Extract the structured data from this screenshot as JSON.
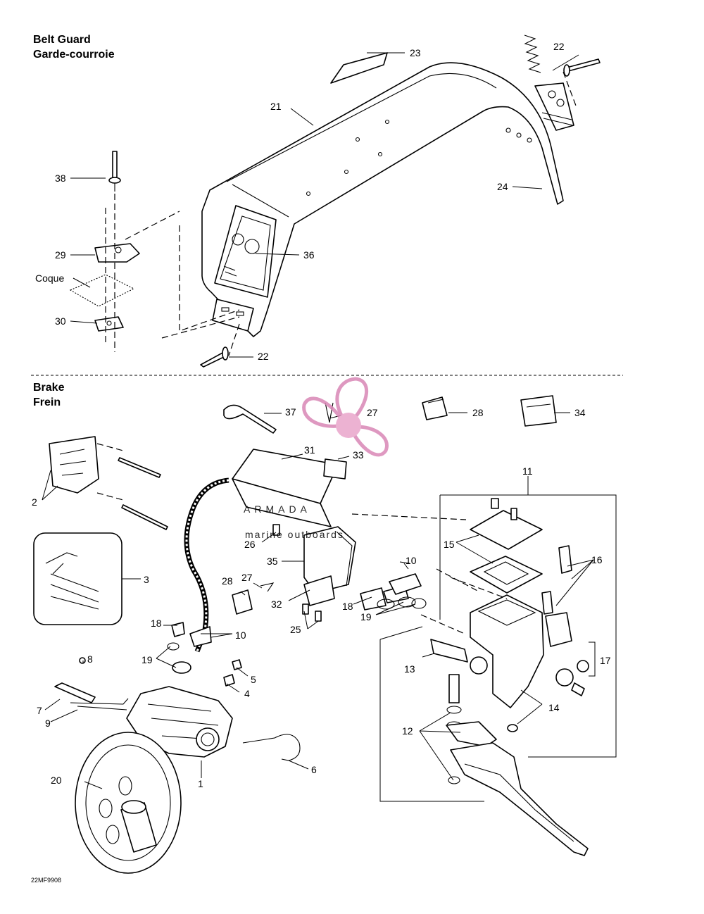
{
  "sections": {
    "belt_guard": {
      "title_en": "Belt Guard",
      "title_fr": "Garde-courroie"
    },
    "brake": {
      "title_en": "Brake",
      "title_fr": "Frein"
    }
  },
  "labels": {
    "coque": "Coque",
    "belt_guard_parts": [
      "21",
      "22",
      "23",
      "24",
      "29",
      "30",
      "36",
      "38",
      "22"
    ],
    "brake_parts": [
      "1",
      "2",
      "3",
      "4",
      "5",
      "6",
      "7",
      "8",
      "9",
      "10",
      "10",
      "11",
      "12",
      "13",
      "14",
      "15",
      "16",
      "17",
      "18",
      "18",
      "19",
      "19",
      "20",
      "25",
      "26",
      "27",
      "27",
      "28",
      "28",
      "31",
      "32",
      "33",
      "34",
      "35",
      "37"
    ]
  },
  "drawing_code": "22MF9908",
  "watermark": {
    "name": "ARMADA",
    "tagline": "marine outboards",
    "color": "#d987b6"
  }
}
